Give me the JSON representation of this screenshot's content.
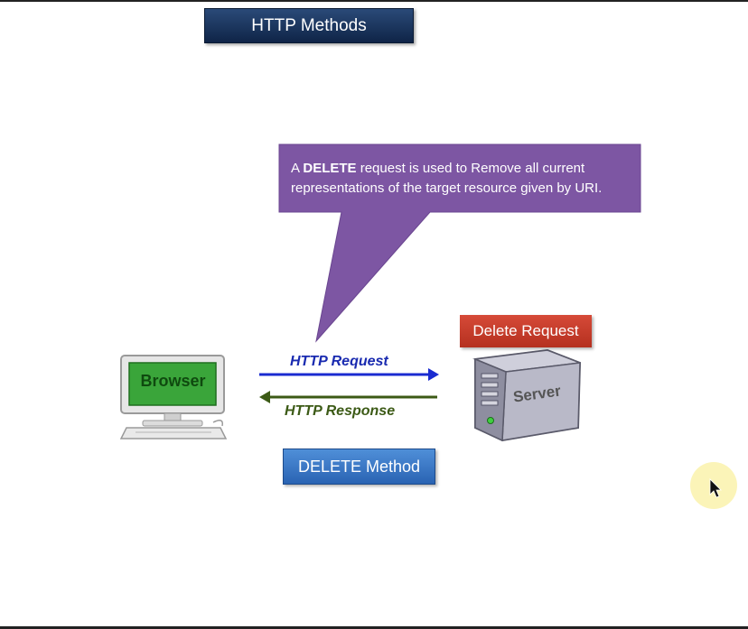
{
  "title": "HTTP Methods",
  "callout": {
    "prefix": "A ",
    "keyword": "DELETE",
    "line1_rest": " request is used to Remove all current",
    "line2": "representations of the target resource given by URI."
  },
  "request_label": "HTTP Request",
  "response_label": "HTTP Response",
  "client_label": "Browser",
  "server_label": "Server",
  "server_tag": "Delete Request",
  "method_button": "DELETE Method",
  "colors": {
    "title_bg": "#1b3560",
    "callout_bg": "#7d56a3",
    "tag_bg": "#c53b29",
    "button_bg": "#3a78c8",
    "request_arrow": "#1a2bd0",
    "response_arrow": "#3c5a16"
  }
}
